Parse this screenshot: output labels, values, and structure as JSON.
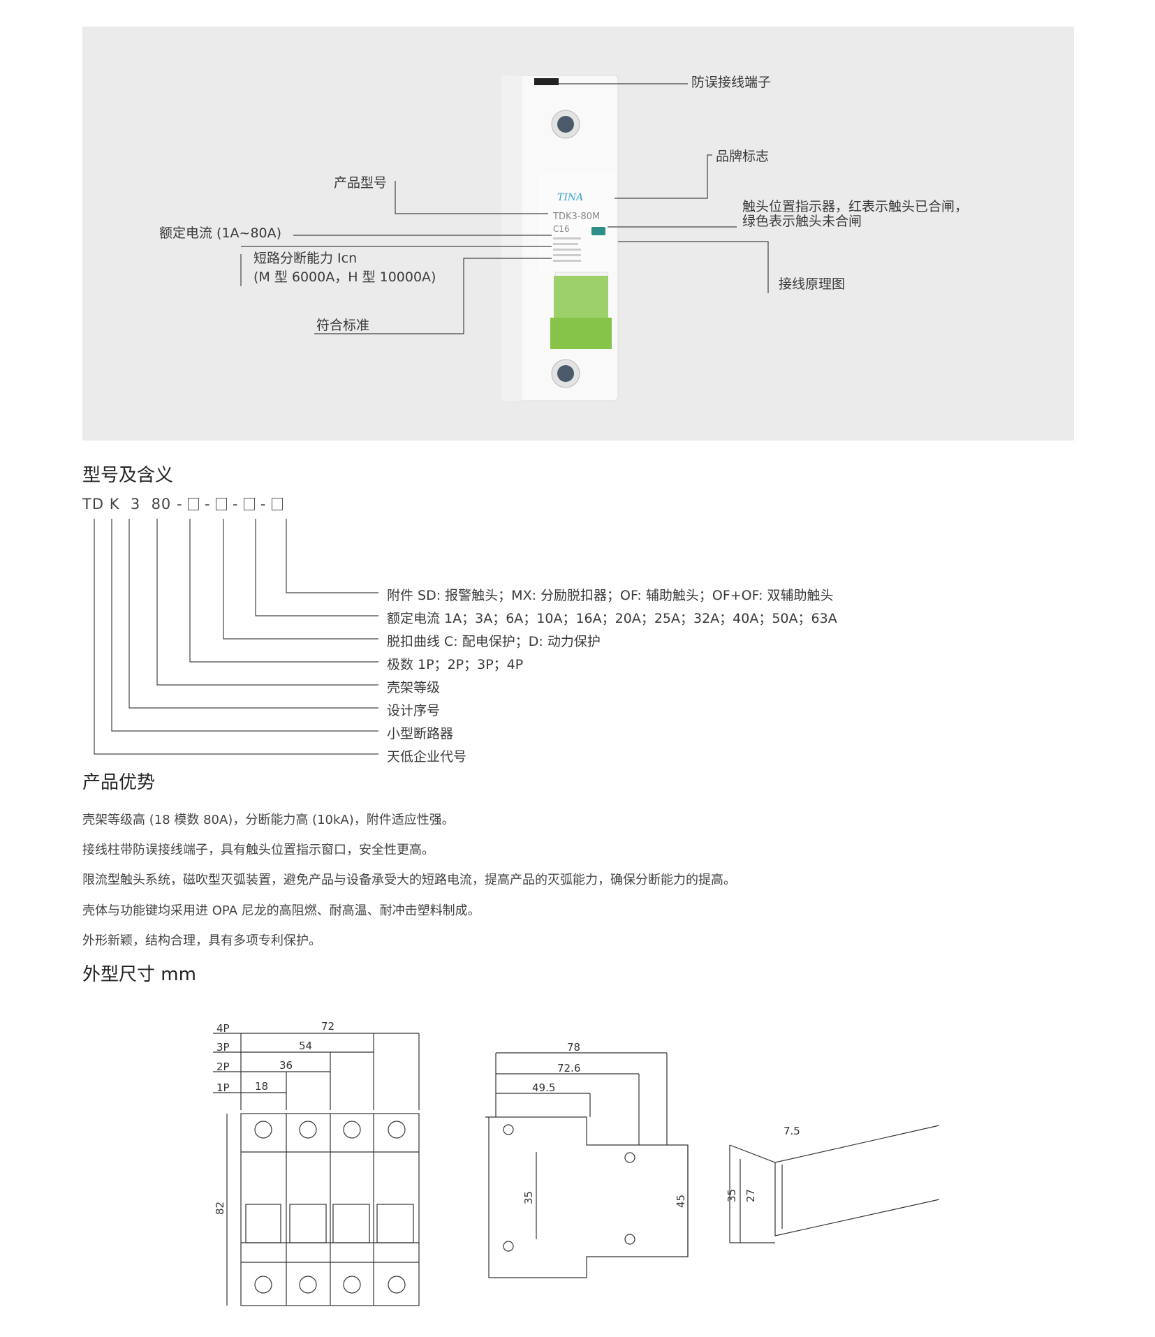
{
  "product_callouts": {
    "anti_miswiring_terminal": "防误接线端子",
    "brand_logo": "品牌标志",
    "product_model": "产品型号",
    "contact_indicator_line1": "触头位置指示器，红表示触头已合闸，",
    "contact_indicator_line2": "绿色表示触头未合闸",
    "rated_current": "额定电流 (1A~80A)",
    "breaking_capacity_line1": "短路分断能力 Icn",
    "breaking_capacity_line2": "(M 型 6000A，H 型 10000A)",
    "wiring_diagram": "接线原理图",
    "standards": "符合标准",
    "device_brand": "TINA",
    "device_model": "TDK3-80M",
    "device_rating": "C16"
  },
  "model_section": {
    "title": "型号及含义",
    "code_parts": [
      "TD",
      "K",
      "3",
      "80",
      "-",
      "-",
      "-",
      "-"
    ],
    "meanings": [
      "附件 SD: 报警触头；MX: 分励脱扣器；OF: 辅助触头；OF+OF: 双辅助触头",
      "额定电流 1A；3A；6A；10A；16A；20A；25A；32A；40A；50A；63A",
      "脱扣曲线  C: 配电保护；D: 动力保护",
      "极数 1P；2P；3P；4P",
      "壳架等级",
      "设计序号",
      "小型断路器",
      "天低企业代号"
    ]
  },
  "advantages_section": {
    "title": "产品优势",
    "items": [
      "壳架等级高 (18 模数 80A)，分断能力高 (10kA)，附件适应性强。",
      "接线柱带防误接线端子，具有触头位置指示窗口，安全性更高。",
      "限流型触头系统，磁吹型灭弧装置，避免产品与设备承受大的短路电流，提高产品的灭弧能力，确保分断能力的提高。",
      "壳体与功能键均采用进 OPA 尼龙的高阻燃、耐高温、耐冲击塑料制成。",
      "外形新颖，结构合理，具有多项专利保护。"
    ]
  },
  "dimensions_section": {
    "title": "外型尺寸 mm",
    "front_view": {
      "pole_labels": [
        "4P",
        "3P",
        "2P",
        "1P"
      ],
      "widths": [
        "72",
        "54",
        "36",
        "18"
      ],
      "height": "82"
    },
    "side_view": {
      "depths": [
        "78",
        "72.6",
        "49.5"
      ],
      "rail_height": "35",
      "body_height": "45"
    },
    "rail_view": {
      "lip": "7.5",
      "height_outer": "35",
      "height_inner": "27"
    }
  }
}
